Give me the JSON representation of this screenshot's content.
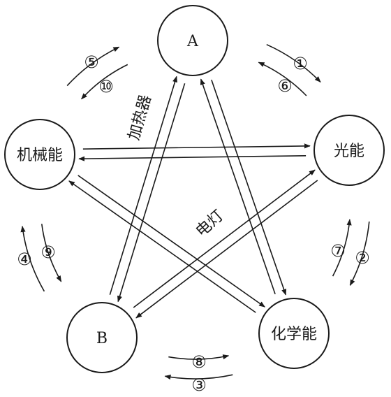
{
  "nodes": {
    "a": "A",
    "guangneng": "光能",
    "huaxueneng": "化学能",
    "b": "B",
    "jixieneng": "机械能"
  },
  "arc_labels": {
    "a_to_guang_1": "①",
    "guang_to_a_6": "⑥",
    "guang_to_hua_2": "②",
    "hua_to_guang_7": "⑦",
    "hua_to_b_3": "③",
    "b_to_hua_8": "⑧",
    "b_to_ji_4": "④",
    "ji_to_b_9": "⑨",
    "ji_to_a_5": "⑤",
    "a_to_ji_10": "⑩"
  },
  "device_labels": {
    "heater": "加热器",
    "lamp": "电灯"
  },
  "colors": {
    "ink": "#1a1a1a",
    "background": "#ffffff"
  }
}
